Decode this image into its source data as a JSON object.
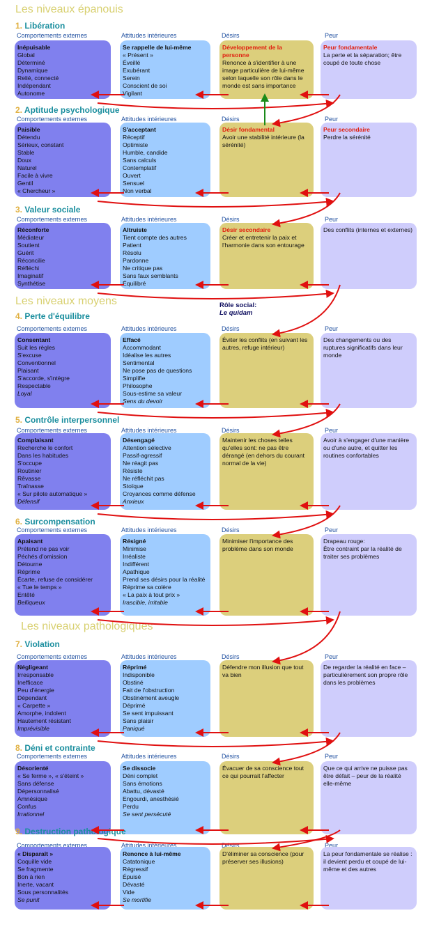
{
  "sections": [
    {
      "key": "epanouis",
      "label": "Les niveaux épanouis"
    },
    {
      "key": "moyens",
      "label": "Les niveaux moyens"
    },
    {
      "key": "patho",
      "label": "Les niveaux pathologiques"
    }
  ],
  "role_social": {
    "label": "Rôle social:",
    "value": "Le quidam"
  },
  "levels": [
    {
      "num": "1.",
      "title": "Libération",
      "headers": [
        "Comportements externes",
        "Attitudes intérieures",
        "Désirs",
        "Peur"
      ],
      "col1": {
        "title": "Inépuisable",
        "items": [
          "Global",
          "Déterminé",
          "Dynamique",
          "Relié, connecté",
          "Indépendant",
          "Autonome"
        ]
      },
      "col2": {
        "title": "Se rappelle de lui-même",
        "items": [
          "« Présent »",
          "Éveillé",
          "Exubérant",
          "Serein",
          "Conscient de soi",
          "Vigilant"
        ]
      },
      "col3": {
        "title": "Développement de la personne",
        "items": [
          "Renonce à s'identifier à une image particulière de lui-même selon laquelle son rôle dans le monde est sans importance"
        ]
      },
      "col4": {
        "title": "Peur fondamentale",
        "items": [
          "La perte et la séparation; être coupé de toute chose"
        ]
      }
    },
    {
      "num": "2.",
      "title": "Aptitude psychologique",
      "headers": [
        "Comportements externes",
        "Attitudes intérieures",
        "Désirs",
        "Peur"
      ],
      "col1": {
        "title": "Paisible",
        "items": [
          "Détendu",
          "Sérieux, constant",
          "Stable",
          "Doux",
          "Naturel",
          "Facile à vivre",
          "Gentil",
          "« Chercheur »"
        ]
      },
      "col2": {
        "title": "S'acceptant",
        "items": [
          "Réceptif",
          "Optimiste",
          "Humble, candide",
          "Sans calculs",
          "Contemplatif",
          "Ouvert",
          "Sensuel",
          "Non verbal"
        ]
      },
      "col3": {
        "title": "Désir fondamental",
        "items": [
          "Avoir une stabilité intérieure (la sérénité)"
        ]
      },
      "col4": {
        "title": "Peur secondaire",
        "items": [
          "Perdre la sérénité"
        ]
      }
    },
    {
      "num": "3.",
      "title": "Valeur sociale",
      "headers": [
        "Comportements externes",
        "Attitudes intérieures",
        "Désirs",
        "Peur"
      ],
      "col1": {
        "title": "Réconforte",
        "items": [
          "Médiateur",
          "Soutient",
          "Guérit",
          "Réconcilie",
          "Réfléchi",
          "Imaginatif",
          "Synthétise"
        ]
      },
      "col2": {
        "title": "Altruiste",
        "items": [
          "Tient compte des autres",
          "Patient",
          "Résolu",
          "Pardonne",
          "Ne critique pas",
          "Sans faux semblants",
          "Équilibré"
        ]
      },
      "col3": {
        "title": "Désir secondaire",
        "items": [
          "Créer et entretenir la paix et l'harmonie dans son entourage"
        ]
      },
      "col4": {
        "title": "",
        "items": [
          "Des conflits (internes et externes)"
        ]
      }
    },
    {
      "num": "4.",
      "title": "Perte d'équilibre",
      "headers": [
        "Comportements externes",
        "Attitudes intérieures",
        "Désirs",
        "Peur"
      ],
      "col1": {
        "title": "Consentant",
        "items": [
          "Suit les règles",
          "S'excuse",
          "Conventionnel",
          "Plaisant",
          "S'accorde, s'intègre",
          "Respectable"
        ],
        "last": "Loyal"
      },
      "col2": {
        "title": "Effacé",
        "items": [
          "Accommodant",
          "Idéalise les autres",
          "Sentimental",
          "Ne pose pas de questions",
          "Simplifie",
          "Philosophe",
          "Sous-estime sa valeur"
        ],
        "last": "Sens du devoir"
      },
      "col3": {
        "title": "",
        "items": [
          "Éviter les conflits (en suivant les autres, refuge intérieur)"
        ]
      },
      "col4": {
        "title": "",
        "items": [
          "Des changements ou des ruptures significatifs dans leur monde"
        ]
      }
    },
    {
      "num": "5.",
      "title": "Contrôle interpersonnel",
      "headers": [
        "Comportements externes",
        "Attitudes intérieures",
        "Désirs",
        "Peur"
      ],
      "col1": {
        "title": "Complaisant",
        "items": [
          "Recherche le confort",
          "Dans les habitudes",
          "S'occupe",
          "Routinier",
          "Rêvasse",
          "Traînasse",
          "« Sur pilote automatique »"
        ],
        "last": "Défensif"
      },
      "col2": {
        "title": "Désengagé",
        "items": [
          "Attention sélective",
          "Passif-agressif",
          "Ne réagit pas",
          "Résiste",
          "Ne réfléchit pas",
          "Stoïque",
          "Croyances comme défense"
        ],
        "last": "Anxieux"
      },
      "col3": {
        "title": "",
        "items": [
          "Maintenir les choses telles qu'elles sont: ne pas être dérangé (en dehors du courant normal de la vie)"
        ]
      },
      "col4": {
        "title": "",
        "items": [
          "Avoir à s'engager d'une manière ou d'une autre, et quitter les routines confortables"
        ]
      }
    },
    {
      "num": "6.",
      "title": "Surcompensation",
      "headers": [
        "Comportements externes",
        "Attitudes intérieures",
        "Désirs",
        "Peur"
      ],
      "col1": {
        "title": "Apaisant",
        "items": [
          "Prétend ne pas voir",
          "Péchés d'omission",
          "Détourne",
          "Réprime",
          "Écarte, refuse de considérer",
          "« Tue le temps »",
          "Entêté"
        ],
        "last": "Belliqueux"
      },
      "col2": {
        "title": "Résigné",
        "items": [
          "Minimise",
          "Irréaliste",
          "Indifférent",
          "Apathique",
          "Prend ses désirs pour la réalité",
          "Réprime sa colère",
          "« La paix à tout prix »"
        ],
        "last": "Irascible, irritable"
      },
      "col3": {
        "title": "",
        "items": [
          "Minimiser l'importance des problème dans son monde"
        ]
      },
      "col4": {
        "title": "",
        "items": [
          "Drapeau rouge:",
          "Être contraint par la réalité de traiter ses problèmes"
        ]
      }
    },
    {
      "num": "7.",
      "title": "Violation",
      "headers": [
        "Comportements externes",
        "Attitudes intérieures",
        "Désirs",
        "Peur"
      ],
      "col1": {
        "title": "Négligeant",
        "items": [
          "Irresponsable",
          "Inefficace",
          "Peu d'énergie",
          "Dépendant",
          "« Carpette »",
          "Amorphe, indolent",
          "Hautement résistant"
        ],
        "last": "Imprévisible"
      },
      "col2": {
        "title": "Réprimé",
        "items": [
          "Indisponible",
          "Obstiné",
          "Fait de l'obstruction",
          "Obstinément aveugle",
          "Déprimé",
          "Se sent impuissant",
          "Sans plaisir"
        ],
        "last": "Paniqué"
      },
      "col3": {
        "title": "",
        "items": [
          "Défendre mon illusion que tout va bien"
        ]
      },
      "col4": {
        "title": "",
        "items": [
          "De regarder la réalité en face – particulièrement son propre rôle dans les problèmes"
        ]
      }
    },
    {
      "num": "8.",
      "title": "Déni et contrainte",
      "headers": [
        "Comportements externes",
        "Attitudes intérieures",
        "Désirs",
        "Peur"
      ],
      "col1": {
        "title": "Désorienté",
        "items": [
          "« Se ferme », « s'éteint »",
          "Sans défense",
          "Dépersonnalisé",
          "Amnésique",
          "Confus"
        ],
        "last": "Irrationnel"
      },
      "col2": {
        "title": "Se dissocie",
        "items": [
          "Déni complet",
          "Sans émotions",
          "Abattu, dévasté",
          "Engourdi, anesthésié",
          "Perdu"
        ],
        "last": "Se sent persécuté"
      },
      "col3": {
        "title": "",
        "items": [
          "Évacuer de sa conscience tout ce qui pourrait l'affecter"
        ]
      },
      "col4": {
        "title": "",
        "items": [
          "Que ce qui arrive ne puisse pas être défait – peur de la réalité elle-même"
        ]
      }
    },
    {
      "num": "9.",
      "title": "Destruction pathologique",
      "headers": [
        "Comportements externes",
        "Attitudes intérieures",
        "Désirs",
        "Peur"
      ],
      "col1": {
        "title": "« Disparaît »",
        "items": [
          "Coquille vide",
          "Se fragmente",
          "Bon à rien",
          "Inerte, vacant",
          "Sous personnalités"
        ],
        "last": "Se punit"
      },
      "col2": {
        "title": "Renonce à lui-même",
        "items": [
          "Catatonique",
          "Régressif",
          "Épuisé",
          "Dévasté",
          "Vide"
        ],
        "last": "Se mortifie"
      },
      "col3": {
        "title": "",
        "items": [
          "D'éliminer sa conscience (pour préserver ses illusions)"
        ]
      },
      "col4": {
        "title": "",
        "items": [
          "La peur fondamentale se réalise : il devient perdu et coupé de lui-même et des autres"
        ]
      }
    }
  ]
}
